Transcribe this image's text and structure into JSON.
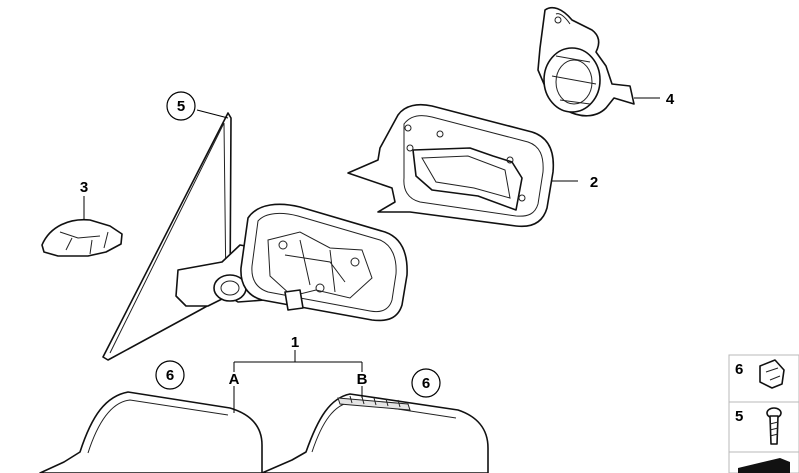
{
  "callouts": {
    "c1": "1",
    "c2": "2",
    "c3": "3",
    "c4": "4",
    "c5": "5",
    "c6a": "6",
    "c6b": "6",
    "cA": "A",
    "cB": "B"
  },
  "legend": {
    "item1": "6",
    "item2": "5"
  },
  "colors": {
    "line": "#111111",
    "background": "#ffffff",
    "legend_border": "#b8b8b8"
  }
}
